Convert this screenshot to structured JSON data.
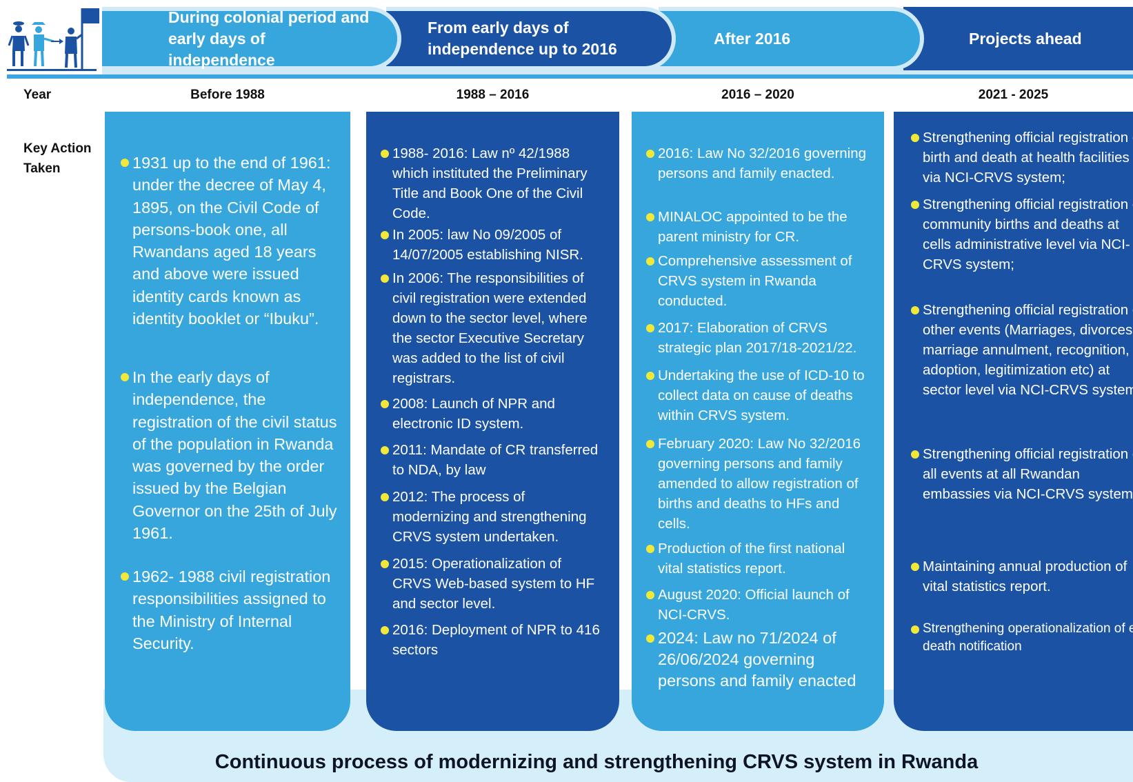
{
  "phases": [
    {
      "label": "During colonial period and early days of independence"
    },
    {
      "label": "From early days of independence up to 2016"
    },
    {
      "label": "After 2016"
    },
    {
      "label": "Projects ahead"
    }
  ],
  "row_labels": {
    "year": "Year",
    "key_action": "Key Action Taken"
  },
  "years": [
    "Before 1988",
    "1988 – 2016",
    "2016 – 2020",
    "2021 - 2025"
  ],
  "columns": [
    {
      "items": [
        "1931 up to the end of 1961: under the decree of May 4, 1895, on the Civil Code of persons-book one, all Rwandans aged 18 years and above were issued identity cards known as identity booklet or “Ibuku”.",
        "In the early days of independence, the registration of the civil status of the population in Rwanda was governed by the order issued by the Belgian Governor on the 25th of July 1961.",
        "1962- 1988 civil registration responsibilities assigned to the Ministry of Internal Security."
      ]
    },
    {
      "items": [
        "1988- 2016: Law nº 42/1988 which instituted the Preliminary Title and Book One of the Civil Code.",
        "In 2005: law No 09/2005 of 14/07/2005 establishing NISR.",
        "In 2006: The responsibilities of civil registration were extended down to the sector level, where the sector Executive Secretary was added to the list of civil registrars.",
        "2008: Launch of NPR and electronic ID system.",
        "2011: Mandate of CR transferred to NDA, by law",
        "2012: The process of modernizing and strengthening CRVS system undertaken.",
        "2015: Operationalization of CRVS Web-based system to HF and sector level.",
        "2016: Deployment of NPR to 416 sectors"
      ]
    },
    {
      "items": [
        "2016: Law No 32/2016 governing persons and family enacted.",
        "MINALOC appointed to be the parent ministry for CR.",
        "Comprehensive assessment of CRVS system in Rwanda conducted.",
        "2017: Elaboration of CRVS strategic plan 2017/18-2021/22.",
        "Undertaking the use of ICD-10 to collect data on cause of deaths within CRVS system.",
        "February 2020: Law No 32/2016 governing persons and family amended to allow registration of births and deaths to HFs and cells.",
        "Production of the first national vital statistics report.",
        "August 2020: Official launch of NCI-CRVS.",
        "2024: Law no 71/2024 of 26/06/2024 governing persons and family enacted"
      ]
    },
    {
      "items": [
        "Strengthening official registration of birth and death at health facilities via NCI-CRVS system;",
        "Strengthening official registration of community births and deaths at cells administrative level via NCI-CRVS system;",
        "Strengthening official registration of other events (Marriages, divorces, marriage annulment, recognition, adoption, legitimization etc) at sector level via NCI-CRVS system;",
        "Strengthening official registration of all events at all Rwandan embassies via NCI-CRVS system;",
        "Maintaining annual production of vital statistics report.",
        "Strengthening operationalization of e-death notification"
      ]
    }
  ],
  "footer": "Continuous process of modernizing and strengthening CRVS system in Rwanda",
  "colors": {
    "light_blue": "#36a6dd",
    "dark_blue": "#1b52a3",
    "bullet_yellow": "#f2e83a",
    "pale_band": "#d4eefa"
  },
  "icons": [
    "people-with-flag-icon"
  ]
}
